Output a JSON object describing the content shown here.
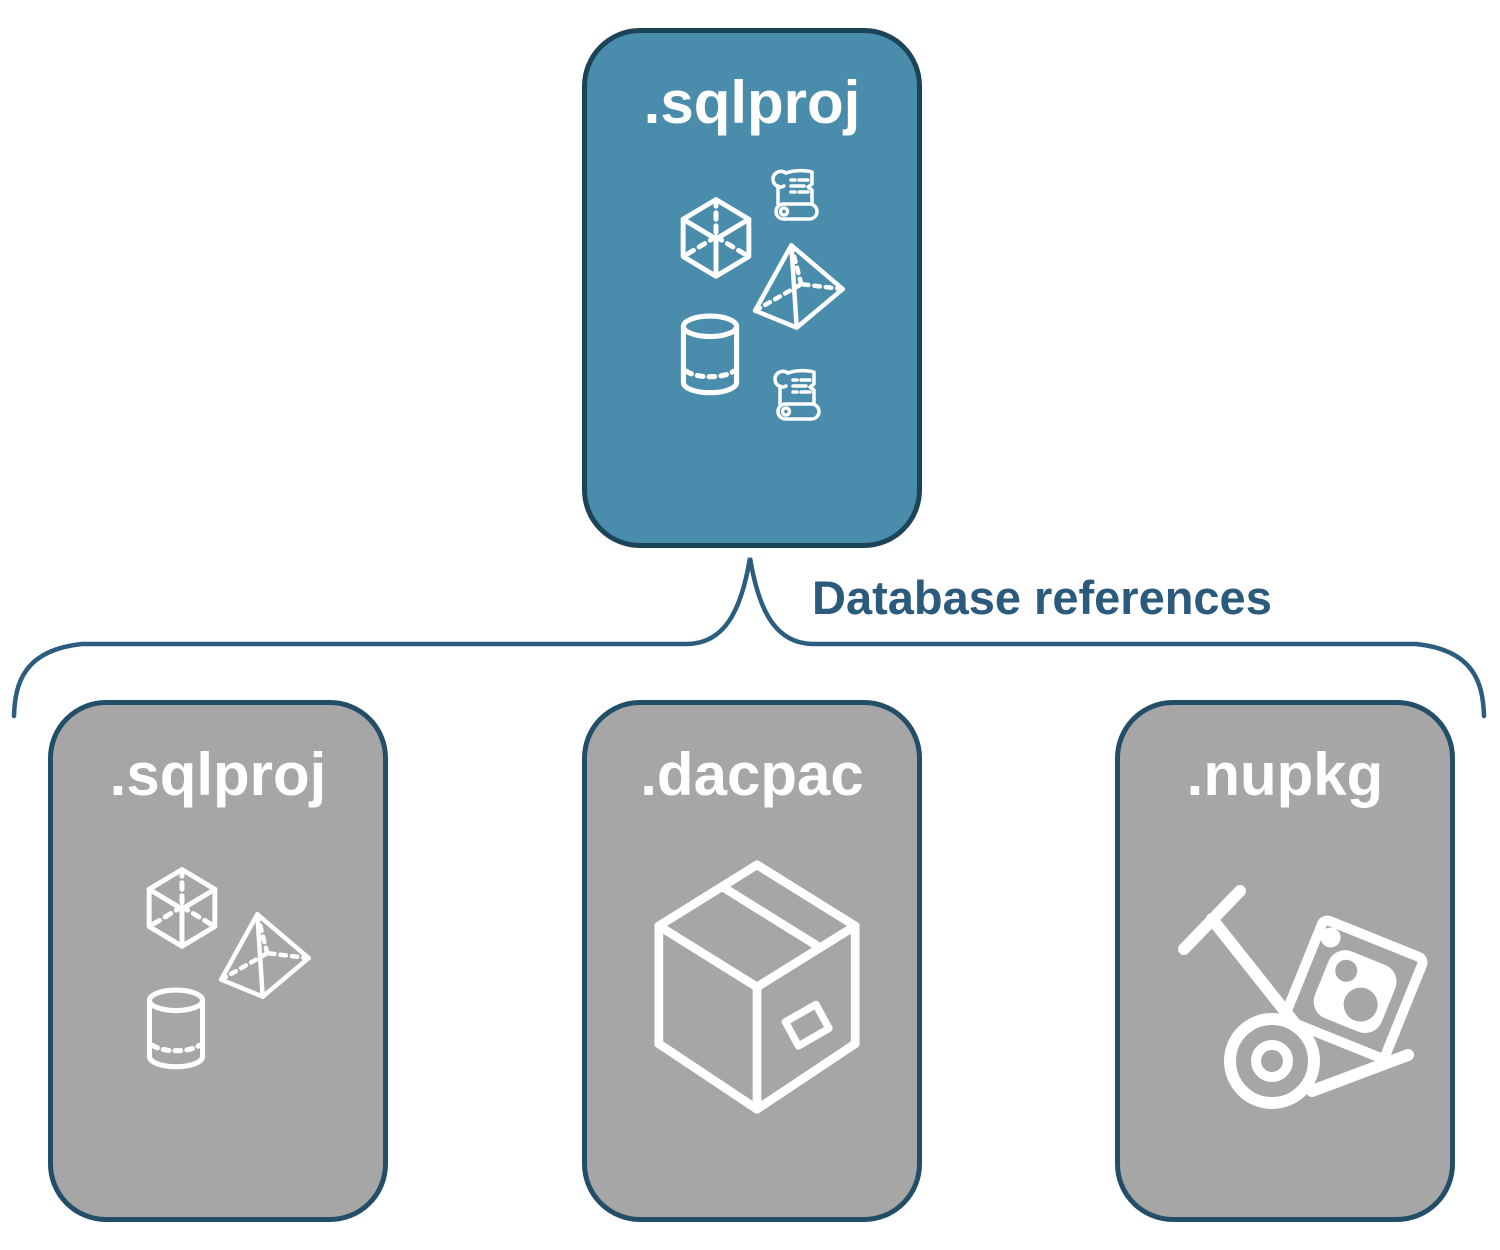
{
  "diagram": {
    "connector_label": "Database references",
    "top_node": {
      "label": ".sqlproj",
      "icons": [
        "scroll-icon",
        "cube-icon",
        "pyramid-icon",
        "cylinder-icon",
        "scroll-icon"
      ]
    },
    "child_nodes": [
      {
        "label": ".sqlproj",
        "icons": [
          "cube-icon",
          "pyramid-icon",
          "cylinder-icon"
        ]
      },
      {
        "label": ".dacpac",
        "icons": [
          "package-box-icon"
        ]
      },
      {
        "label": ".nupkg",
        "icons": [
          "hand-truck-icon"
        ]
      }
    ],
    "colors": {
      "background": "#ffffff",
      "top_node_fill": "#4a8cab",
      "top_node_border": "#1c4457",
      "child_node_fill": "#a6a6a6",
      "child_node_border": "#224e68",
      "connector_stroke": "#2b5d80",
      "connector_label_text": "#2a5a7c",
      "icon_stroke": "#ffffff",
      "node_label_text": "#ffffff"
    }
  }
}
